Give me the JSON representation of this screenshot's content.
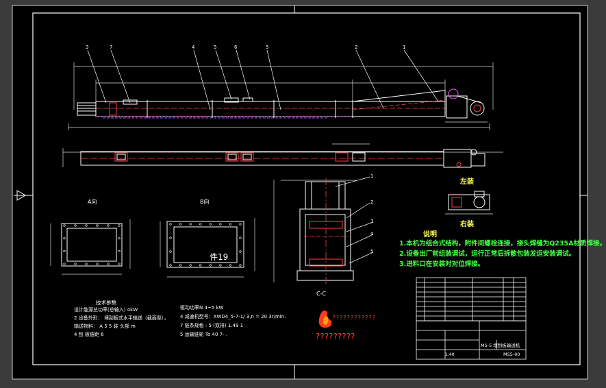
{
  "colors": {
    "background": "#3b3b3b",
    "sheet": "#000000",
    "line": "#ffffff",
    "dim": "#e6e6e6",
    "part": "#ff4040",
    "green_text": "#40ff40",
    "yellow": "#ffff55",
    "magenta": "#ff55ff",
    "blue": "#6f6fff",
    "logo_red": "#ff3b1f",
    "logo_orange": "#ffa000",
    "question_text": "#ff3b3b"
  },
  "views": {
    "top_labels": [
      "3",
      "7",
      "4",
      "5",
      "6",
      "5",
      "2",
      "1"
    ],
    "view_a_label": "A向",
    "view_b_label": "B向",
    "part_19_label": "件19",
    "section_label": "C-C",
    "left_drive_label": "左装",
    "right_drive_label": "右装",
    "section_callouts": [
      "1",
      "2",
      "3",
      "4",
      "5"
    ]
  },
  "notes": {
    "title": "说明",
    "lines": [
      "1.本机为组合式结构，附件间螺栓连接，接头焊缝为Q235A材质焊接。",
      "2.设备出厂前组装调试，运行正常后拆散包装发运安装调试。",
      "3.进料口在安装时对位焊接。"
    ]
  },
  "tech_params": {
    "title": "技术参数",
    "lines": [
      "设计能源总功率(总输入) 4kW",
      "2 设备外形：  埋刮板式水平输送（截面型），",
      "   输送物料：  A 5      5 装  头部    m",
      "4  刮  板链距      6"
    ]
  },
  "drive_params": {
    "lines": [
      "驱动功率N  4~5 kW",
      "4 减速机型号：XWD4_5-7-1/ 3,n = 20 3r/min.",
      "7 链条规格 : 5 (双排) 1.49 1",
      "5 运输链轮 To 40 7- ."
    ]
  },
  "logo": {
    "digits": "????????????",
    "caption": "?????????"
  },
  "title_block": {
    "drawing_name": "MS-5 埋刮板输送机",
    "drawing_number": "MS5-00",
    "scale": "1:40"
  }
}
